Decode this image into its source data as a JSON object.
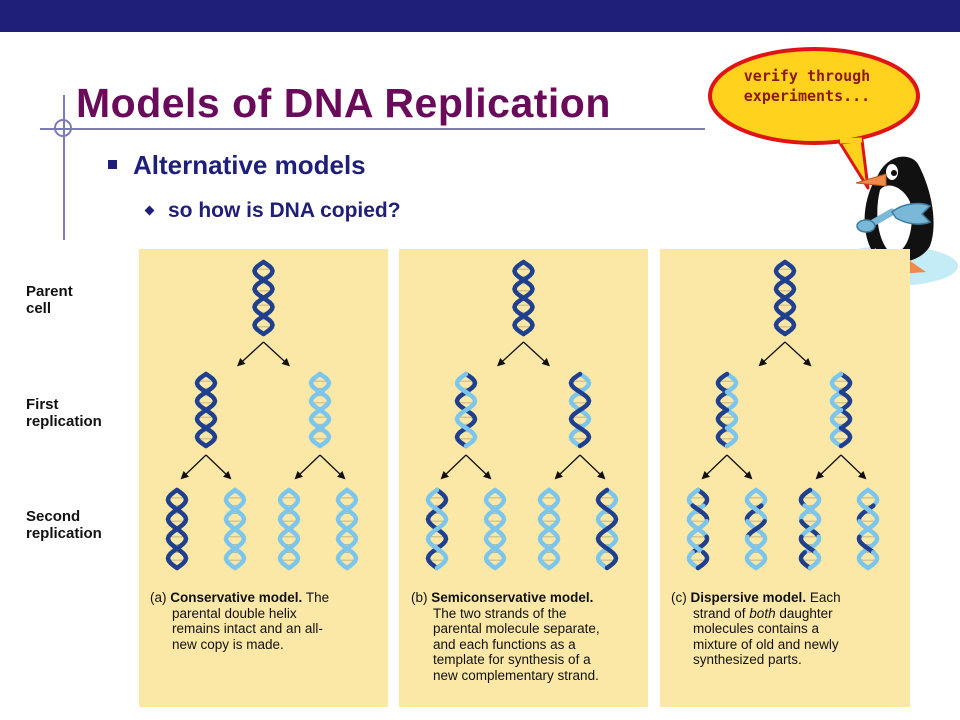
{
  "slide": {
    "title": "Models of DNA Replication",
    "bullet_1": "Alternative models",
    "bullet_2": "so how is DNA copied?"
  },
  "callout": {
    "line_1": "verify through",
    "line_2": "experiments..."
  },
  "figure": {
    "row_labels": [
      {
        "line_1": "Parent",
        "line_2": "cell"
      },
      {
        "line_1": "First",
        "line_2": "replication"
      },
      {
        "line_1": "Second",
        "line_2": "replication"
      }
    ],
    "panels": [
      {
        "letter": "(a)",
        "name": "Conservative model.",
        "lines": [
          "The",
          "parental double helix",
          "remains intact and an all-",
          "new copy is made."
        ]
      },
      {
        "letter": "(b)",
        "name": "Semiconservative model.",
        "lines": [
          "",
          "The two strands of the",
          "parental molecule separate,",
          "and each functions as a",
          "template for synthesis of a",
          "new complementary strand."
        ]
      },
      {
        "letter": "(c)",
        "name": "Dispersive model.",
        "lines": [
          "Each",
          "strand of",
          "both",
          "daughter",
          "molecules contains a",
          "mixture of old and newly",
          "synthesized parts."
        ]
      }
    ]
  },
  "colors": {
    "topbar": "#1f1f7a",
    "title": "#6a0a5a",
    "bullets": "#1f1f7a",
    "panel_fill": "#fbe8a6",
    "parental_strand": "#1f3f8f",
    "new_strand": "#7cc6ee"
  }
}
